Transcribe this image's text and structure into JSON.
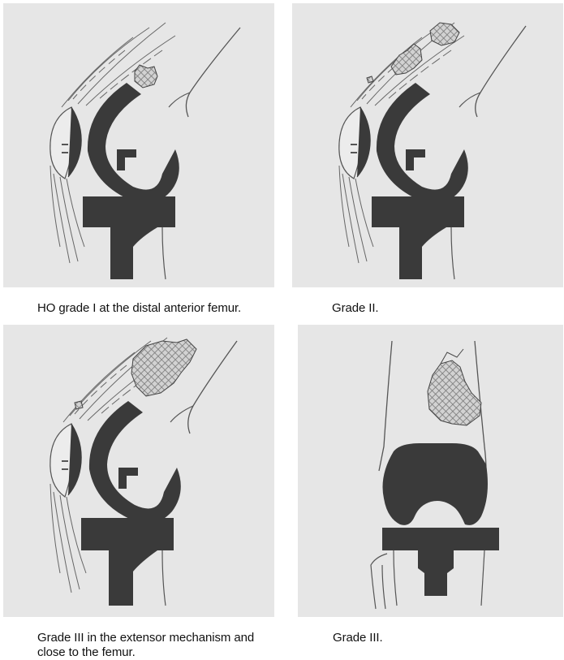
{
  "panels": [
    {
      "grade": "I",
      "view": "lateral",
      "caption": "HO grade I at the distal anterior femur."
    },
    {
      "grade": "II",
      "view": "lateral",
      "caption": "Grade II."
    },
    {
      "grade": "III",
      "view": "lateral",
      "caption_line1": "Grade III in the extensor mechanism and",
      "caption_line2": "close to the femur."
    },
    {
      "grade": "III",
      "view": "anterior",
      "caption": "Grade III."
    }
  ],
  "colors": {
    "background": "#e6e6e6",
    "implant": "#3a3a3a",
    "bone_outline": "#5a5a5a",
    "ossification_fill": "#cfcfcf",
    "ossification_hatch": "#777777"
  },
  "icons": [
    "knee-prosthesis-lateral",
    "knee-prosthesis-anterior",
    "heterotopic-ossification"
  ]
}
